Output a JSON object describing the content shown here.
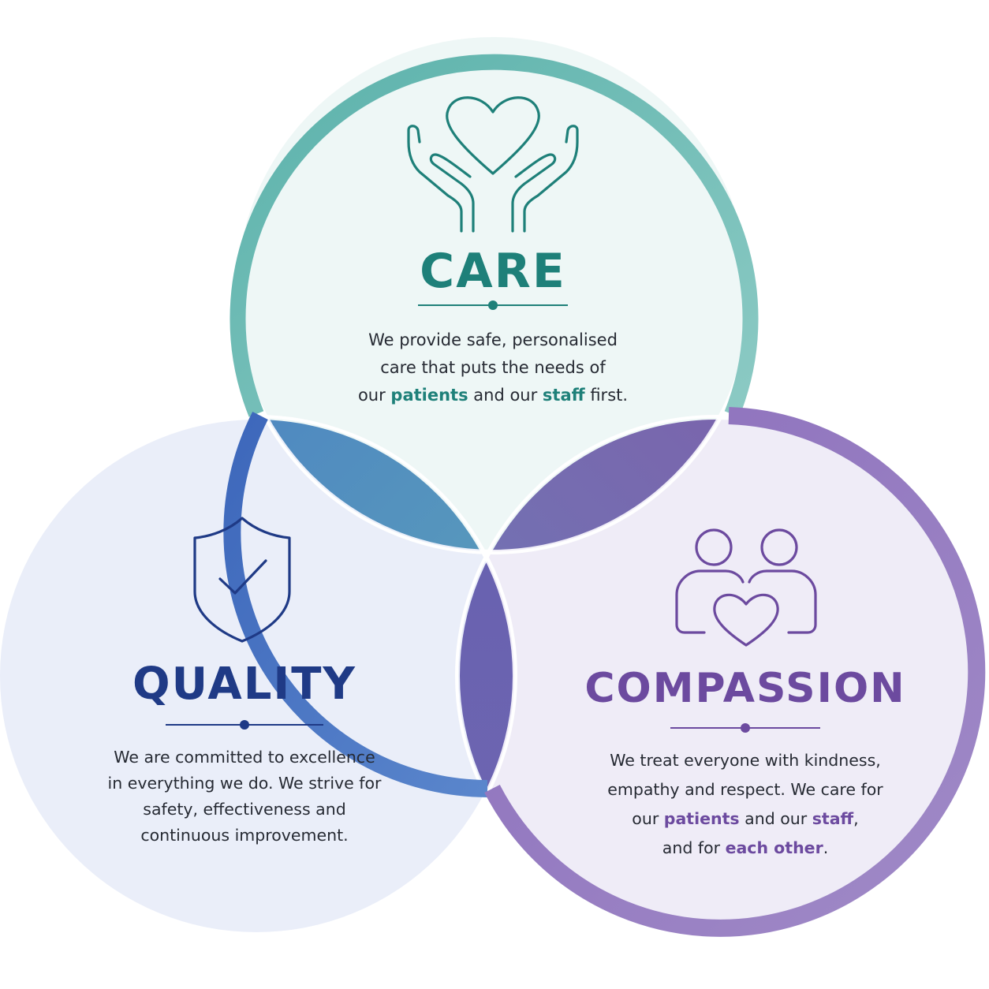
{
  "colors": {
    "care": "#1e8079",
    "care_ring": "#6fbdb6",
    "quality": "#1f3a86",
    "quality_ring": "#4a78c3",
    "compassion": "#6c4a9f",
    "compassion_ring": "#9279bd",
    "text": "#262a33"
  },
  "circles": [
    {
      "id": "care",
      "icon": "hands-heart-icon",
      "title": "CARE",
      "description": [
        [
          {
            "t": "We provide safe, personalised"
          }
        ],
        [
          {
            "t": "care that puts the needs of"
          }
        ],
        [
          {
            "t": "our "
          },
          {
            "t": "patients",
            "em": true
          },
          {
            "t": " and our "
          },
          {
            "t": "staff",
            "em": true
          },
          {
            "t": " first."
          }
        ]
      ]
    },
    {
      "id": "quality",
      "icon": "shield-check-icon",
      "title": "QUALITY",
      "description": [
        [
          {
            "t": "We are committed to excellence"
          }
        ],
        [
          {
            "t": "in everything we do. We strive for"
          }
        ],
        [
          {
            "t": "safety, effectiveness and"
          }
        ],
        [
          {
            "t": "continuous improvement."
          }
        ]
      ]
    },
    {
      "id": "compassion",
      "icon": "people-heart-icon",
      "title": "COMPASSION",
      "description": [
        [
          {
            "t": "We treat everyone with kindness,"
          }
        ],
        [
          {
            "t": "empathy and respect. We care for"
          }
        ],
        [
          {
            "t": "our "
          },
          {
            "t": "patients",
            "em": true
          },
          {
            "t": " and our "
          },
          {
            "t": "staff",
            "em": true
          },
          {
            "t": ","
          }
        ],
        [
          {
            "t": "and for "
          },
          {
            "t": "each other",
            "em": true
          },
          {
            "t": "."
          }
        ]
      ]
    }
  ]
}
